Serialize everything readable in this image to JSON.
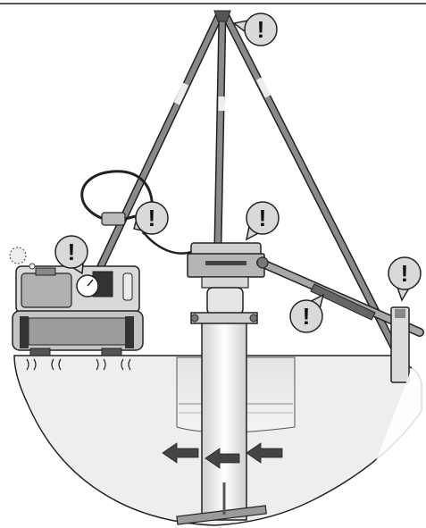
{
  "figure": {
    "colors": {
      "outline": "#222222",
      "ground": "#eeeeee",
      "ground_dark": "#d6d6d6",
      "metal_light": "#dcdcdc",
      "metal_mid": "#9a9a9a",
      "metal_dark": "#5a5a5a",
      "leg_fill": "#8a8a8a",
      "warning_fill": "#d9d9d9",
      "watermark": "#ffffff"
    },
    "warning_icons": [
      {
        "id": "apex-warning",
        "symbol": "!"
      },
      {
        "id": "hose-warning",
        "symbol": "!"
      },
      {
        "id": "gauge-warning",
        "symbol": "!"
      },
      {
        "id": "head-warning",
        "symbol": "!"
      },
      {
        "id": "lever-warning",
        "symbol": "!"
      },
      {
        "id": "handle-warning",
        "symbol": "!"
      }
    ]
  }
}
